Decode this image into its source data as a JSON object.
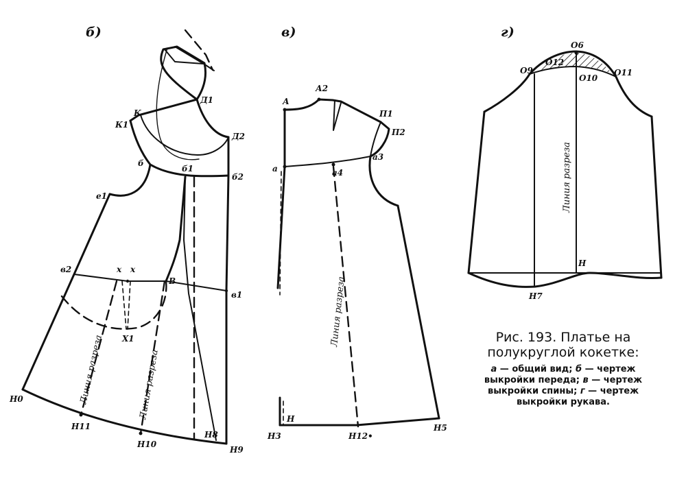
{
  "panels": {
    "b": "б)",
    "v": "в)",
    "g": "г)"
  },
  "front_points": {
    "D1": "Д1",
    "D2": "Д2",
    "K": "К",
    "K1": "К1",
    "b": "б",
    "b1": "б1",
    "b2": "б2",
    "e1": "е1",
    "v2": "в2",
    "x1": "х",
    "x2": "х",
    "X1": "Х1",
    "V": "В",
    "v1": "в1",
    "H0": "Н0",
    "H11": "Н11",
    "H10": "Н10",
    "H8": "Н8",
    "H9": "Н9"
  },
  "back_points": {
    "A": "А",
    "A2": "А2",
    "P1": "П1",
    "P2": "П2",
    "a": "а",
    "a4": "а4",
    "a3": "а3",
    "H": "Н",
    "H3": "Н3",
    "H12": "Н12•",
    "H5": "Н5"
  },
  "sleeve_points": {
    "O6": "О6",
    "O12": "О12",
    "O9": "О9",
    "O10": "О10",
    "O11": "О11",
    "H": "Н",
    "H7": "Н7"
  },
  "cut_line_labels": {
    "front_left": "Линия разреза",
    "front_right": "Линия разреза",
    "back": "Линия разреза",
    "sleeve": "Линия разреза"
  },
  "caption": {
    "title_line1": "Рис. 193. Платье на",
    "title_line2": "полукруглой кокетке:",
    "legend": [
      {
        "key": "а",
        "text": " — общий вид; "
      },
      {
        "key": "б",
        "text": " — чертеж"
      }
    ],
    "legend_line2a": "выкройки переда; ",
    "legend_line2b_key": "в",
    "legend_line2b": " — чертеж",
    "legend_line3a": "выкройки спины; ",
    "legend_line3b_key": "г",
    "legend_line3b": " — чертеж",
    "legend_line4": "выкройки рукава."
  }
}
